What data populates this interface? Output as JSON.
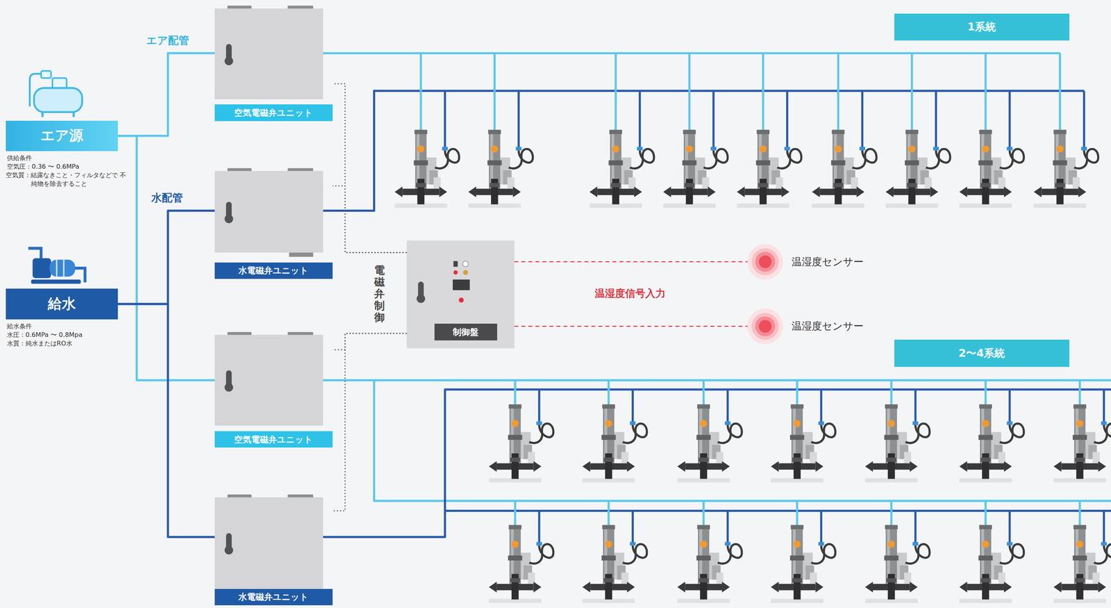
{
  "diagram": {
    "nodes": [
      {
        "text": [
          "エア源"
        ]
      },
      {
        "text": [
          "給水"
        ]
      },
      {
        "text": [
          "空気電磁弁ユニット"
        ]
      },
      {
        "text": [
          "水電磁弁ユニット"
        ]
      },
      {
        "text": [
          "空気電磁弁ユニット"
        ]
      },
      {
        "text": [
          "水電磁弁ユニット"
        ]
      },
      {
        "text": [
          "制御盤"
        ]
      },
      {
        "text": [
          "温湿度センサー"
        ]
      },
      {
        "text": [
          "温湿度センサー"
        ]
      },
      {
        "text": [
          "1系統"
        ]
      },
      {
        "text": [
          "2〜4系統"
        ]
      }
    ],
    "edges": [
      {
        "from": 0,
        "to": 2,
        "arrow": "none"
      },
      {
        "from": 0,
        "to": 4,
        "arrow": "none"
      },
      {
        "from": 1,
        "to": 3,
        "arrow": "none"
      },
      {
        "from": 1,
        "to": 5,
        "arrow": "none"
      },
      {
        "from": 6,
        "to": 2,
        "arrow": "none"
      },
      {
        "from": 6,
        "to": 3,
        "arrow": "none"
      },
      {
        "from": 6,
        "to": 4,
        "arrow": "none"
      },
      {
        "from": 6,
        "to": 5,
        "arrow": "none"
      },
      {
        "from": 6,
        "to": 7,
        "arrow": "none"
      },
      {
        "from": 6,
        "to": 8,
        "arrow": "none"
      }
    ],
    "labels": [
      "エア配管",
      "水配管",
      "電磁弁制御",
      "温湿度信号入力",
      "供給条件",
      "空気圧：0.36 〜 0.6MPa",
      "空気質：結露なきこと・フィルタなどで 不純物を除去すること",
      "給水条件",
      "水圧：0.6MPa 〜 0.8Mpa",
      "水質：純水またはRO水"
    ]
  }
}
